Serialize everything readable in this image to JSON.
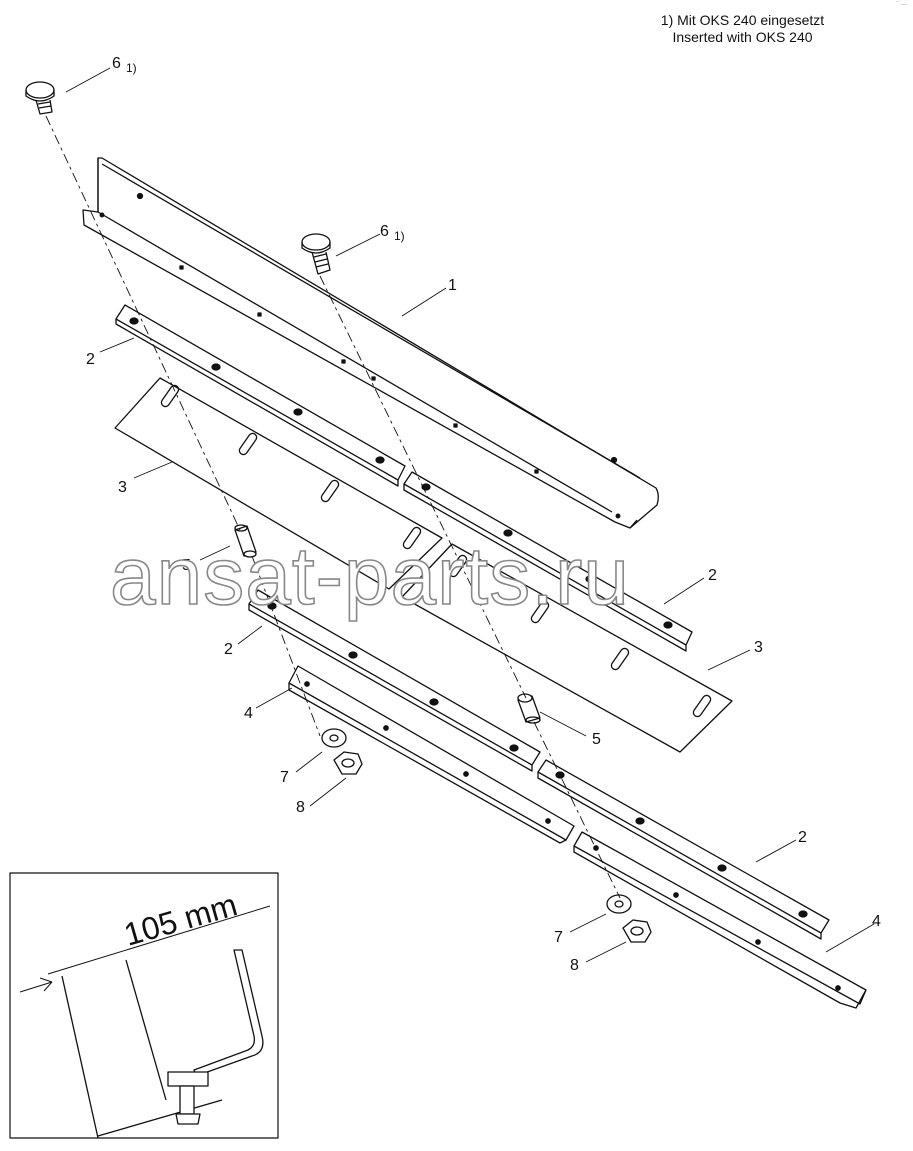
{
  "footnote": {
    "line1": "1) Mit OKS 240 eingesetzt",
    "line2": "Inserted with OKS 240"
  },
  "corner_mark": "´´ —",
  "callouts": {
    "c1": "1",
    "c2a": "2",
    "c2b": "2",
    "c2c": "2",
    "c2d": "2",
    "c3a": "3",
    "c3b": "3",
    "c4a": "4",
    "c4b": "4",
    "c5a": "5",
    "c5b": "5",
    "c6a": "6",
    "c6b": "6",
    "c6a_note": "1)",
    "c6b_note": "1)",
    "c7a": "7",
    "c7b": "7",
    "c8a": "8",
    "c8b": "8"
  },
  "detail": {
    "dimension": "105 mm"
  },
  "watermark": "ansat-parts.ru"
}
